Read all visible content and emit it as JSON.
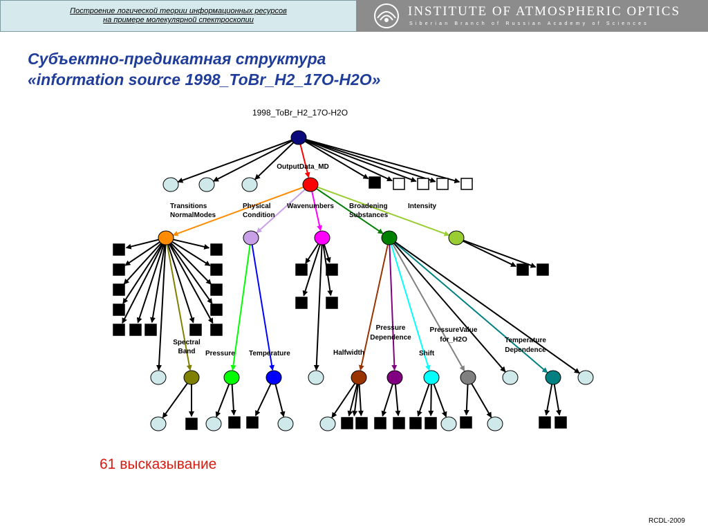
{
  "header": {
    "line1": "Построение логической теории информационных ресурсов",
    "line2": "на примере молекулярной спектроскопии",
    "institute": "INSTITUTE OF ATMOSPHERIC OPTICS",
    "institute_sub": "Siberian Branch of Russian Academy of Sciences"
  },
  "title": {
    "line1": "Субъектно-предикатная структура",
    "line2": "«information source 1998_ToBr_H2_17O-H2O»"
  },
  "diagram": {
    "root": "1998_ToBr_H2_17O-H2O",
    "labels": {
      "output_data": "OutputData_MD",
      "transitions": "Transitions",
      "normal_modes": "NormalModes",
      "physical": "Physical",
      "condition": "Condition",
      "wavenumbers": "Wavenumbers",
      "broadening": "Broadening",
      "substances": "Substances",
      "intensity": "Intensity",
      "spectral": "Spectral",
      "band": "Band",
      "pressure": "Pressure",
      "temperature": "Temperature",
      "halfwidth": "Halfwidth",
      "pressure_dep_1": "Pressure",
      "pressure_dep_2": "Dependence",
      "pressure_value_1": "PressureValue",
      "pressure_value_2": "for_H2O",
      "shift": "Shift",
      "temp_dep_1": "Temperature",
      "temp_dep_2": "Dependence"
    },
    "colors": {
      "root": "#0a0a7a",
      "output": "#ff0000",
      "transitions": "#ff8c00",
      "physical": "#c9a0e8",
      "wavenumbers": "#ff00ff",
      "broadening": "#008000",
      "intensity": "#9acd32",
      "spectral": "#808000",
      "pressure": "#00ff00",
      "temperature": "#0000ff",
      "halfwidth": "#993300",
      "pressure_dep": "#800080",
      "shift": "#00ffff",
      "pressure_value": "#808080",
      "temp_dep": "#008080",
      "leaf": "#cfe8ea"
    }
  },
  "statement_count": "61 высказывание",
  "footer": "RCDL-2009"
}
